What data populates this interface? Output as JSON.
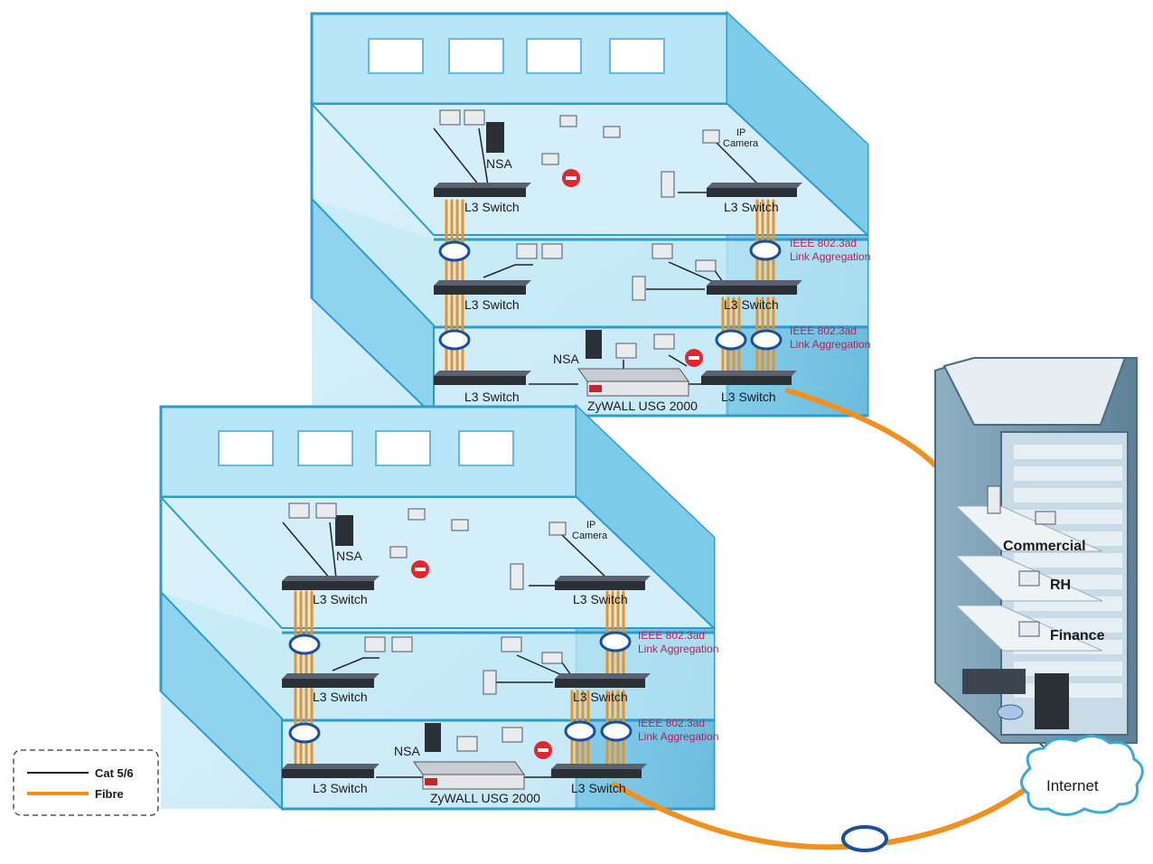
{
  "labels": {
    "l3_switch": "L3 Switch",
    "nsa": "NSA",
    "ip_camera_line1": "IP",
    "ip_camera_line2": "Camera",
    "ieee_line1": "IEEE 802.3ad",
    "ieee_line2": "Link Aggregation",
    "firewall": "ZyWALL USG 2000",
    "internet": "Internet"
  },
  "data_center": {
    "rooms": [
      "Commercial",
      "RH",
      "Finance"
    ]
  },
  "legend": {
    "items": [
      {
        "label": "Cat 5/6",
        "color": "#222222"
      },
      {
        "label": "Fibre",
        "color": "#f0901e"
      }
    ]
  },
  "colors": {
    "building_front": "#a9dff3",
    "building_side": "#5fb6da",
    "building_edge": "#2d9ccc",
    "floor_plate": "#d4eff9",
    "fibre": "#f0901e",
    "ieee_text": "#b0245a",
    "block_icon": "#e0262e",
    "datacenter_tower": "#6b8da3"
  }
}
